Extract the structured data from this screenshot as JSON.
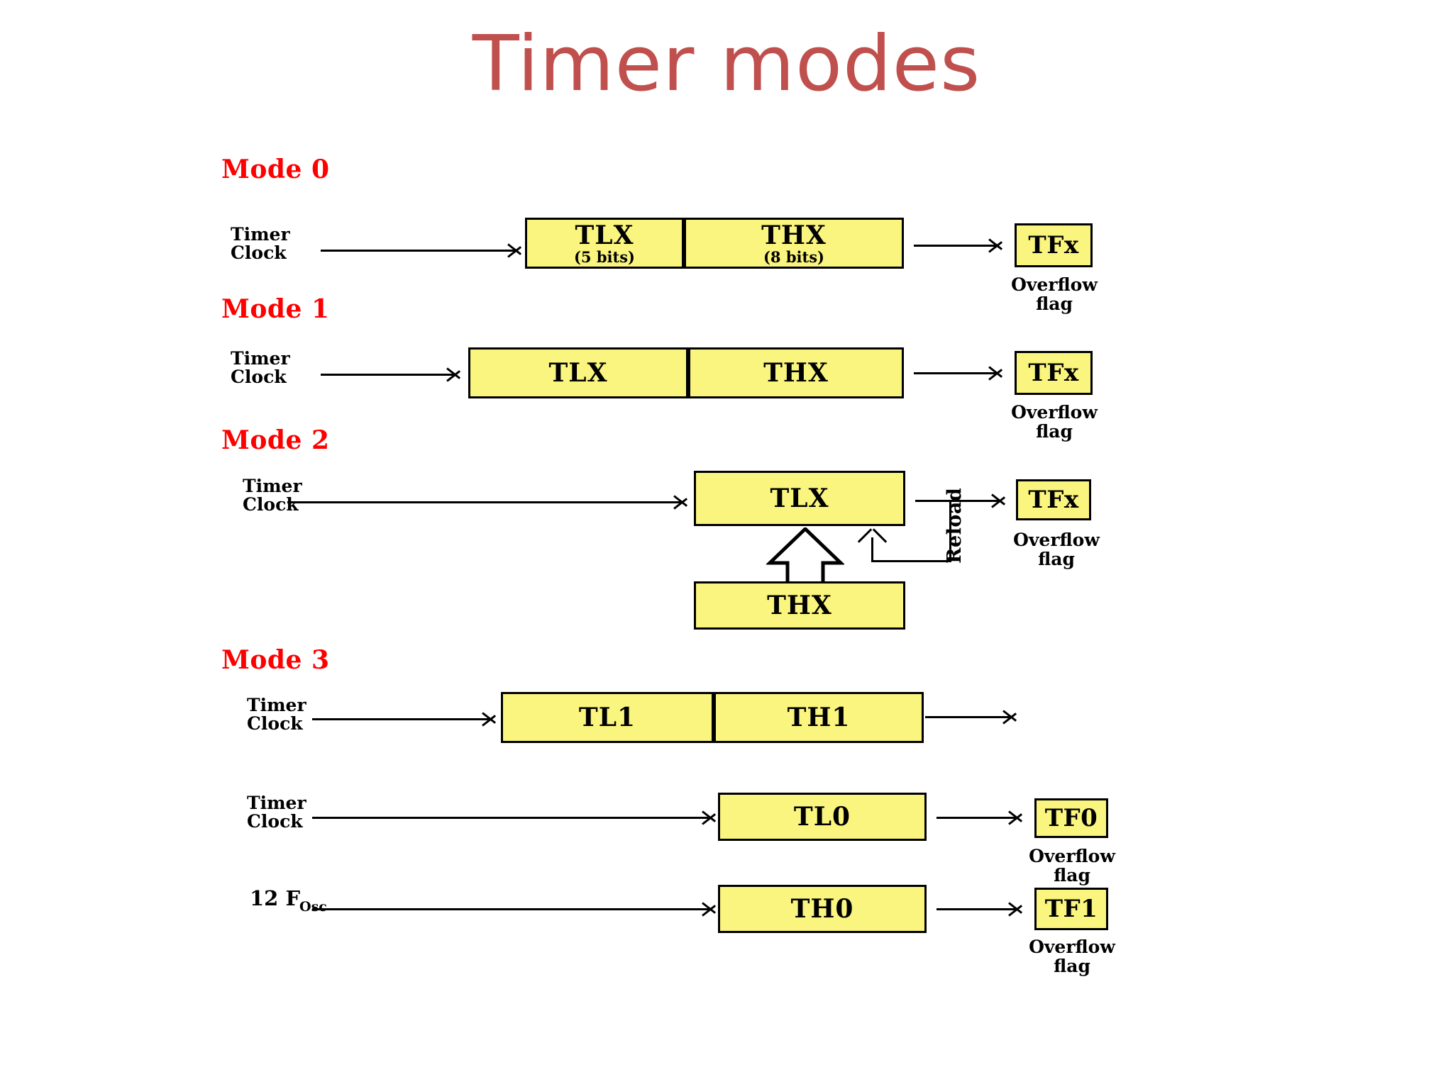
{
  "slide": {
    "title": "Timer modes",
    "title_color": "#C0504D",
    "background": "#ffffff"
  },
  "palette": {
    "box_fill": "#FAF57E",
    "box_border": "#000000",
    "mode_label_color": "#FF0000",
    "text_color": "#000000"
  },
  "labels": {
    "timer_clock_line1": "Timer",
    "timer_clock_line2": "Clock",
    "overflow_line1": "Overflow",
    "overflow_line2": "flag",
    "reload": "Reload",
    "fosc_prefix": "12 F",
    "fosc_sub": "Osc"
  },
  "modes": [
    {
      "id": "mode0",
      "heading": "Mode 0",
      "input_label": [
        "Timer",
        "Clock"
      ],
      "registers": [
        {
          "name": "TLX",
          "sub": "(5 bits)"
        },
        {
          "name": "THX",
          "sub": "(8 bits)"
        }
      ],
      "flag": {
        "name": "TFx",
        "caption": [
          "Overflow",
          "flag"
        ]
      }
    },
    {
      "id": "mode1",
      "heading": "Mode 1",
      "input_label": [
        "Timer",
        "Clock"
      ],
      "registers": [
        {
          "name": "TLX",
          "sub": ""
        },
        {
          "name": "THX",
          "sub": ""
        }
      ],
      "flag": {
        "name": "TFx",
        "caption": [
          "Overflow",
          "flag"
        ]
      }
    },
    {
      "id": "mode2",
      "heading": "Mode 2",
      "input_label": [
        "Timer",
        "Clock"
      ],
      "registers": [
        {
          "name": "TLX",
          "sub": ""
        },
        {
          "name": "THX",
          "sub": ""
        }
      ],
      "reload_label": "Reload",
      "flag": {
        "name": "TFx",
        "caption": [
          "Overflow",
          "flag"
        ]
      }
    },
    {
      "id": "mode3",
      "heading": "Mode 3",
      "rows": [
        {
          "input_label": [
            "Timer",
            "Clock"
          ],
          "registers": [
            {
              "name": "TL1",
              "sub": ""
            },
            {
              "name": "TH1",
              "sub": ""
            }
          ],
          "flag": null
        },
        {
          "input_label": [
            "Timer",
            "Clock"
          ],
          "registers": [
            {
              "name": "TL0",
              "sub": ""
            }
          ],
          "flag": {
            "name": "TF0",
            "caption": [
              "Overflow",
              "flag"
            ]
          }
        },
        {
          "input_label": [
            "12 F",
            "Osc"
          ],
          "registers": [
            {
              "name": "TH0",
              "sub": ""
            }
          ],
          "flag": {
            "name": "TF1",
            "caption": [
              "Overflow",
              "flag"
            ]
          }
        }
      ]
    }
  ]
}
